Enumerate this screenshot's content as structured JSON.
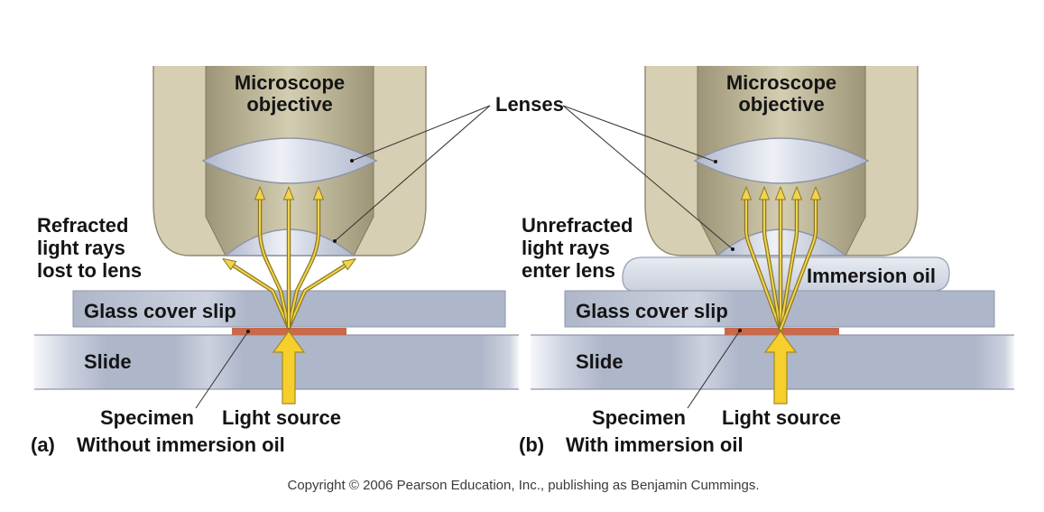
{
  "figure": {
    "lenses_label": "Lenses",
    "copyright": "Copyright © 2006 Pearson Education, Inc., publishing as Benjamin Cummings.",
    "panel_a": {
      "letter": "(a)",
      "caption": "Without immersion oil",
      "objective_label": {
        "line1": "Microscope",
        "line2": "objective"
      },
      "ray_label": {
        "line1": "Refracted",
        "line2": "light rays",
        "line3": "lost to lens"
      },
      "cover_slip_label": "Glass cover slip",
      "slide_label": "Slide",
      "specimen_label": "Specimen",
      "light_source_label": "Light source"
    },
    "panel_b": {
      "letter": "(b)",
      "caption": "With immersion oil",
      "objective_label": {
        "line1": "Microscope",
        "line2": "objective"
      },
      "ray_label": {
        "line1": "Unrefracted",
        "line2": "light rays",
        "line3": "enter lens"
      },
      "oil_label": "Immersion oil",
      "cover_slip_label": "Glass cover slip",
      "slide_label": "Slide",
      "specimen_label": "Specimen",
      "light_source_label": "Light source"
    }
  },
  "colors": {
    "background": "#ffffff",
    "housing": "#d6cfb3",
    "housing_stroke": "#8c8670",
    "tube_dark": "#9d9577",
    "tube_light": "#d3cdb1",
    "tube_stroke": "#7f7962",
    "lens_light": "#eef1f6",
    "lens_mid": "#d8dde8",
    "lens_dark": "#b0b8cc",
    "lens_stroke": "#8e95a7",
    "glass": "#aeb6c9",
    "glass_band": "#ccd2df",
    "glass_stroke": "#8e96a9",
    "slide_edge": "#f6f7fa",
    "specimen": "#c9694c",
    "ray_fill": "#f2d34d",
    "ray_stroke": "#8a7722",
    "light_source": "#f6cf2c",
    "light_source_stroke": "#a78a1c",
    "oil_light": "#e8ebf2",
    "oil_dark": "#c9cfdc",
    "oil_stroke": "#9aa1b4",
    "leader": "#3a3a3a",
    "label_text": "#141414",
    "copyright_text": "#3b3b3b"
  }
}
